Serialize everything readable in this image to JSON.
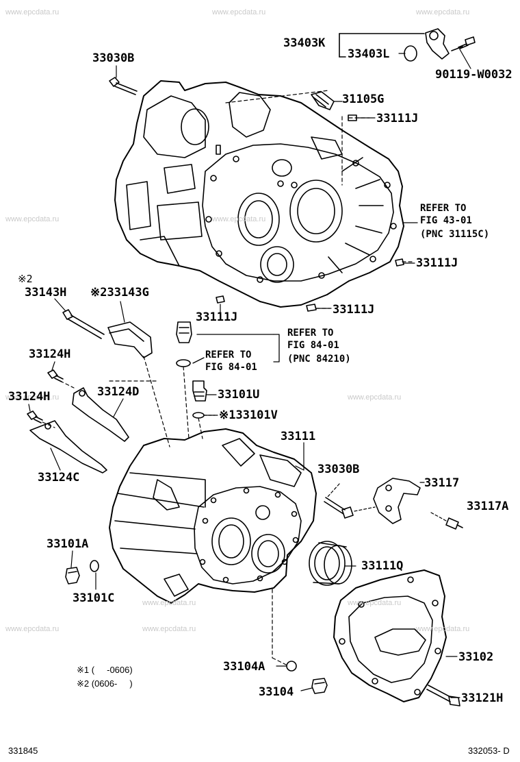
{
  "watermark": "www.epcdata.ru",
  "labels": {
    "p33403K": "33403K",
    "p33403L": "33403L",
    "p90119": "90119-W0032",
    "p33030B_top": "33030B",
    "p31105G": "31105G",
    "p33111J_a": "33111J",
    "p33111J_b": "33111J",
    "p33111J_c": "33111J",
    "p33111J_d": "33111J",
    "refer1_l1": "REFER TO",
    "refer1_l2": "FIG 43-01",
    "refer1_l3": "(PNC 31115C)",
    "mark2_a": "※2",
    "p33143H": "33143H",
    "p33143G": "※233143G",
    "refer2_l1": "REFER TO",
    "refer2_l2": "FIG 84-01",
    "refer2_l3": "(PNC 84210)",
    "refer3_l1": "REFER TO",
    "refer3_l2": "FIG 84-01",
    "p33124H_a": "33124H",
    "p33124H_b": "33124H",
    "p33124D": "33124D",
    "p33124C": "33124C",
    "p33101U": "33101U",
    "p33101V": "※133101V",
    "p33111": "33111",
    "p33030B_mid": "33030B",
    "p33117": "33117",
    "p33117A": "33117A",
    "p33101A": "33101A",
    "p33101C": "33101C",
    "p33111Q": "33111Q",
    "p33102": "33102",
    "p33104A": "33104A",
    "p33104": "33104",
    "p33121H": "33121H"
  },
  "notes": {
    "n1": "※1 (     -0606)",
    "n2": "※2 (0606-     )"
  },
  "codes": {
    "left": "331845",
    "right": "332053- D"
  }
}
